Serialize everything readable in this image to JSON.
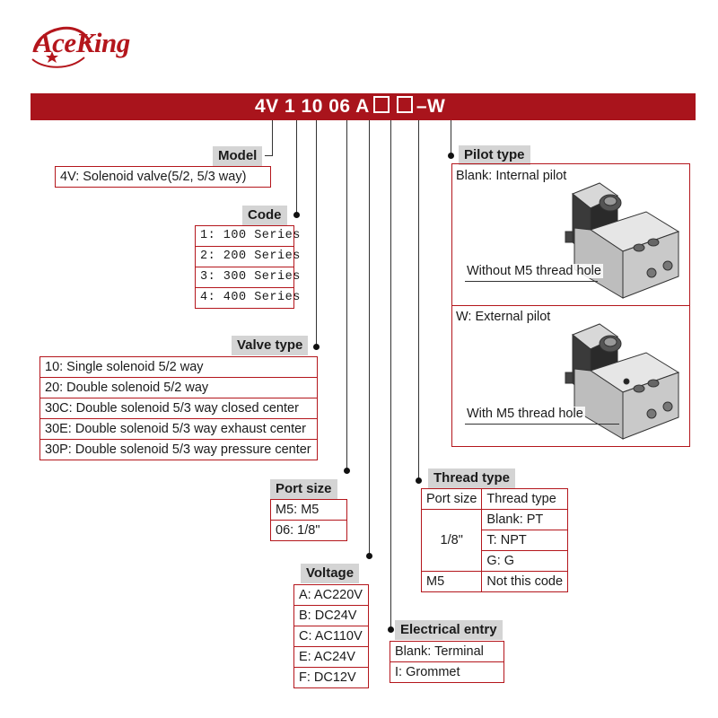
{
  "brand": {
    "name": "AceKing"
  },
  "banner": {
    "parts": [
      "4V 1 10 06 A",
      "",
      "–W"
    ],
    "color": "#a9141c"
  },
  "model": {
    "title": "Model",
    "rows": [
      "4V: Solenoid valve(5/2, 5/3 way)"
    ]
  },
  "code": {
    "title": "Code",
    "rows": [
      "1: 100 Series",
      "2: 200 Series",
      "3: 300 Series",
      "4: 400 Series"
    ]
  },
  "valve_type": {
    "title": "Valve type",
    "rows": [
      "10: Single solenoid 5/2 way",
      "20: Double solenoid 5/2 way",
      "30C: Double solenoid 5/3 way closed center",
      "30E: Double solenoid 5/3 way exhaust center",
      "30P: Double solenoid 5/3 way pressure center"
    ]
  },
  "port_size": {
    "title": "Port size",
    "rows": [
      "M5: M5",
      "06: 1/8\""
    ]
  },
  "voltage": {
    "title": "Voltage",
    "rows": [
      "A: AC220V",
      "B: DC24V",
      "C: AC110V",
      "E: AC24V",
      "F: DC12V"
    ]
  },
  "electrical_entry": {
    "title": "Electrical entry",
    "rows": [
      "Blank: Terminal",
      "I: Grommet"
    ]
  },
  "thread_type": {
    "title": "Thread type",
    "header": [
      "Port size",
      "Thread type"
    ],
    "group_label": "1/8\"",
    "group_rows": [
      "Blank: PT",
      "T: NPT",
      "G: G"
    ],
    "last_row": [
      "M5",
      "Not this code"
    ]
  },
  "pilot_type": {
    "title": "Pilot type",
    "internal": {
      "label": "Blank: Internal pilot",
      "callout": "Without M5 thread hole"
    },
    "external": {
      "label": "W: External pilot",
      "callout": "With M5 thread hole"
    }
  }
}
